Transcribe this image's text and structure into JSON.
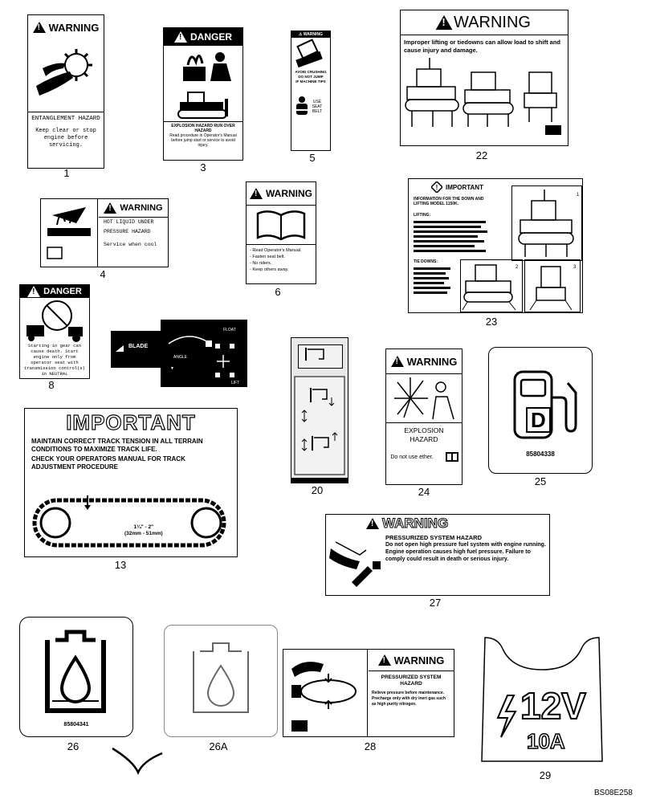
{
  "diagram_code": "BS08E258",
  "decals": {
    "d1": {
      "number": "1",
      "header": "WARNING",
      "title": "ENTANGLEMENT HAZARD",
      "body": "Keep clear or stop engine before servicing."
    },
    "d3": {
      "number": "3",
      "header": "DANGER",
      "title": "EXPLOSION HAZARD RUN OVER HAZARD",
      "body": "Read procedure in Operator's Manual before jump start or service to avoid injury."
    },
    "d5": {
      "number": "5",
      "line1": "AVOID CRUSHING",
      "line2": "DO NOT JUMP",
      "line3": "IF MACHINE TIPS",
      "use_seat_belt": "USE SEAT BELT"
    },
    "d22": {
      "number": "22",
      "header": "WARNING",
      "body": "Improper lifting or tiedowns can allow load to shift and cause injury and damage."
    },
    "d4": {
      "number": "4",
      "header": "WARNING",
      "body1": "HOT LIQUID UNDER PRESSURE HAZARD",
      "body2": "Service when cool"
    },
    "d6": {
      "number": "6",
      "header": "WARNING",
      "items": [
        "- Read Operator's Manual.",
        "- Fasten seat belt.",
        "- No riders.",
        "- Keep others away."
      ]
    },
    "d23": {
      "number": "23",
      "header": "IMPORTANT",
      "subheader": "INFORMATION FOR THE DOWN AND LIFTING MODEL 1150K.",
      "lifting_label": "LIFTING:",
      "tie_downs_label": "TIE DOWNS:"
    },
    "d8": {
      "number": "8",
      "header": "DANGER",
      "body": "Starting in gear can cause death. Start engine only from operator seat with transmission control(s) in NEUTRAL"
    },
    "d9": {
      "number": "9",
      "label": "BLADE"
    },
    "d20": {
      "number": "20"
    },
    "d24": {
      "number": "24",
      "header": "WARNING",
      "title": "EXPLOSION HAZARD",
      "body": "Do not use ether."
    },
    "d25": {
      "number": "25",
      "part_number": "85804338",
      "letter": "D"
    },
    "d13": {
      "number": "13",
      "header": "IMPORTANT",
      "line1": "MAINTAIN CORRECT TRACK TENSION IN ALL TERRAIN CONDITIONS TO MAXIMIZE TRACK LIFE.",
      "line2": "CHECK YOUR OPERATORS MANUAL FOR TRACK ADJUSTMENT PROCEDURE",
      "dim1": "1¼\" - 2\"",
      "dim2": "(32mm - 51mm)"
    },
    "d27": {
      "number": "27",
      "header": "WARNING",
      "title": "PRESSURIZED SYSTEM HAZARD",
      "body": "Do not open high pressure fuel system with engine running. Engine operation causes high fuel pressure. Failure to comply could result in death or serious injury."
    },
    "d26": {
      "number": "26",
      "part_number": "85804341"
    },
    "d26a": {
      "number": "26A"
    },
    "d28": {
      "number": "28",
      "header": "WARNING",
      "title": "PRESSURIZED SYSTEM HAZARD",
      "body": "Relieve pressure before maintenance. Precharge only with dry inert gas such as high purity nitrogen."
    },
    "d29": {
      "number": "29",
      "voltage": "12V",
      "amperage": "10A"
    }
  }
}
